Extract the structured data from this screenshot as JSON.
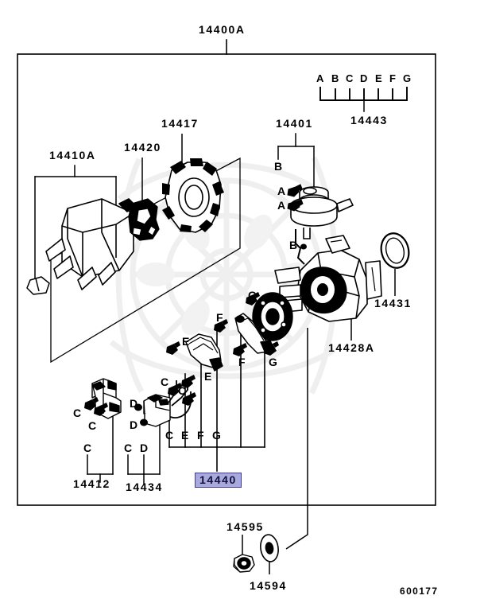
{
  "diagram": {
    "title_callout": "14400A",
    "figure_code": "600177",
    "highlighted_part": "14440",
    "legend": {
      "letters": [
        "A",
        "B",
        "C",
        "D",
        "E",
        "F",
        "G"
      ],
      "part_number": "14443"
    },
    "part_callouts": [
      {
        "id": "c14410a",
        "label": "14410A"
      },
      {
        "id": "c14420",
        "label": "14420"
      },
      {
        "id": "c14417",
        "label": "14417"
      },
      {
        "id": "c14401",
        "label": "14401"
      },
      {
        "id": "c14443",
        "label": "14443"
      },
      {
        "id": "c14431",
        "label": "14431"
      },
      {
        "id": "c14428a",
        "label": "14428A"
      },
      {
        "id": "c14412",
        "label": "14412"
      },
      {
        "id": "c14434",
        "label": "14434"
      },
      {
        "id": "c14440",
        "label": "14440"
      },
      {
        "id": "c14595",
        "label": "14595"
      },
      {
        "id": "c14594",
        "label": "14594"
      }
    ],
    "item_letters": [
      {
        "id": "l-b1",
        "label": "B"
      },
      {
        "id": "l-a1",
        "label": "A"
      },
      {
        "id": "l-a2",
        "label": "A"
      },
      {
        "id": "l-b2",
        "label": "B"
      },
      {
        "id": "l-g1",
        "label": "G"
      },
      {
        "id": "l-f1",
        "label": "F"
      },
      {
        "id": "l-e1",
        "label": "E"
      },
      {
        "id": "l-e2",
        "label": "E"
      },
      {
        "id": "l-f2",
        "label": "F"
      },
      {
        "id": "l-g2",
        "label": "G"
      },
      {
        "id": "l-c1",
        "label": "C"
      },
      {
        "id": "l-c2",
        "label": "C"
      },
      {
        "id": "l-c3",
        "label": "C"
      },
      {
        "id": "l-c4",
        "label": "C"
      },
      {
        "id": "l-d1",
        "label": "D"
      },
      {
        "id": "l-d2",
        "label": "D"
      }
    ],
    "bracket_14412": {
      "letters": [
        "C"
      ],
      "part": "14412"
    },
    "bracket_14434": {
      "letters": [
        "C",
        "D"
      ],
      "part": "14434"
    },
    "bracket_14440": {
      "letters": [
        "C",
        "E",
        "F",
        "G"
      ],
      "part": "14440"
    },
    "colors": {
      "line": "#000000",
      "highlight_fill": "#a9a9de",
      "highlight_border": "#3b3b9c",
      "watermark": "#f0f0f0"
    }
  }
}
